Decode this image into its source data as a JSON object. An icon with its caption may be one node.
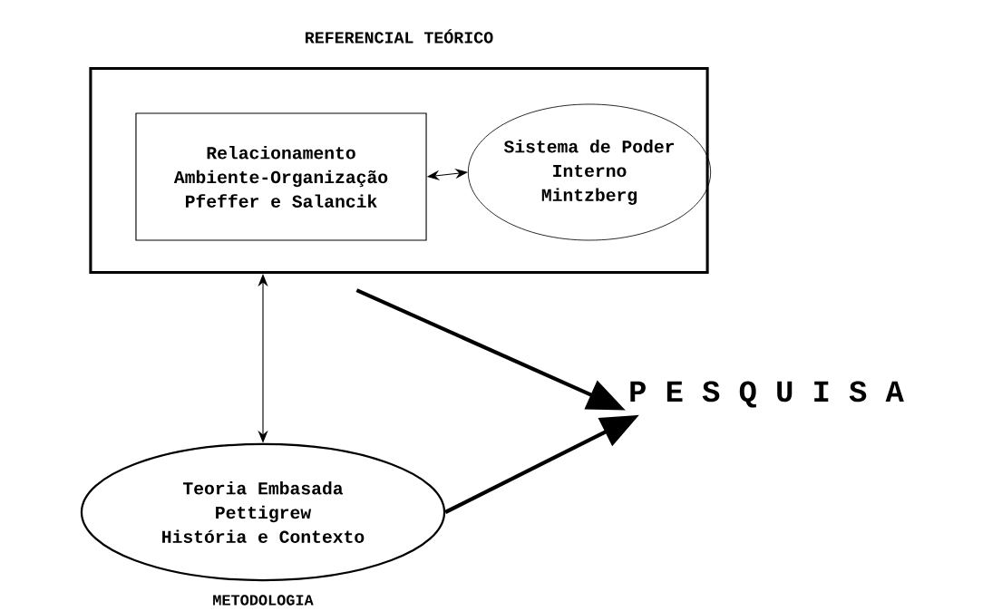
{
  "diagram": {
    "nodes": [
      {
        "text": [
          "REFERENCIAL TEÓRICO"
        ]
      },
      {
        "text": [
          "Relacionamento",
          "Ambiente-Organização",
          "Pfeffer e Salancik"
        ],
        "in": 0
      },
      {
        "text": [
          "Sistema de Poder",
          "Interno",
          "Mintzberg"
        ],
        "in": 0
      },
      {
        "text": [
          "Teoria Embasada",
          "Pettigrew",
          "História e Contexto",
          "METODOLOGIA"
        ]
      },
      {
        "text": [
          "P E S Q U I S A"
        ]
      }
    ],
    "edges": [
      {
        "from": 1,
        "to": 2,
        "arrow": "both"
      },
      {
        "from": 0,
        "to": 3,
        "arrow": "both"
      },
      {
        "from": 0,
        "to": 4,
        "arrow": "to",
        "style": "thick"
      },
      {
        "from": 3,
        "to": 4,
        "arrow": "to",
        "style": "thick"
      }
    ]
  }
}
